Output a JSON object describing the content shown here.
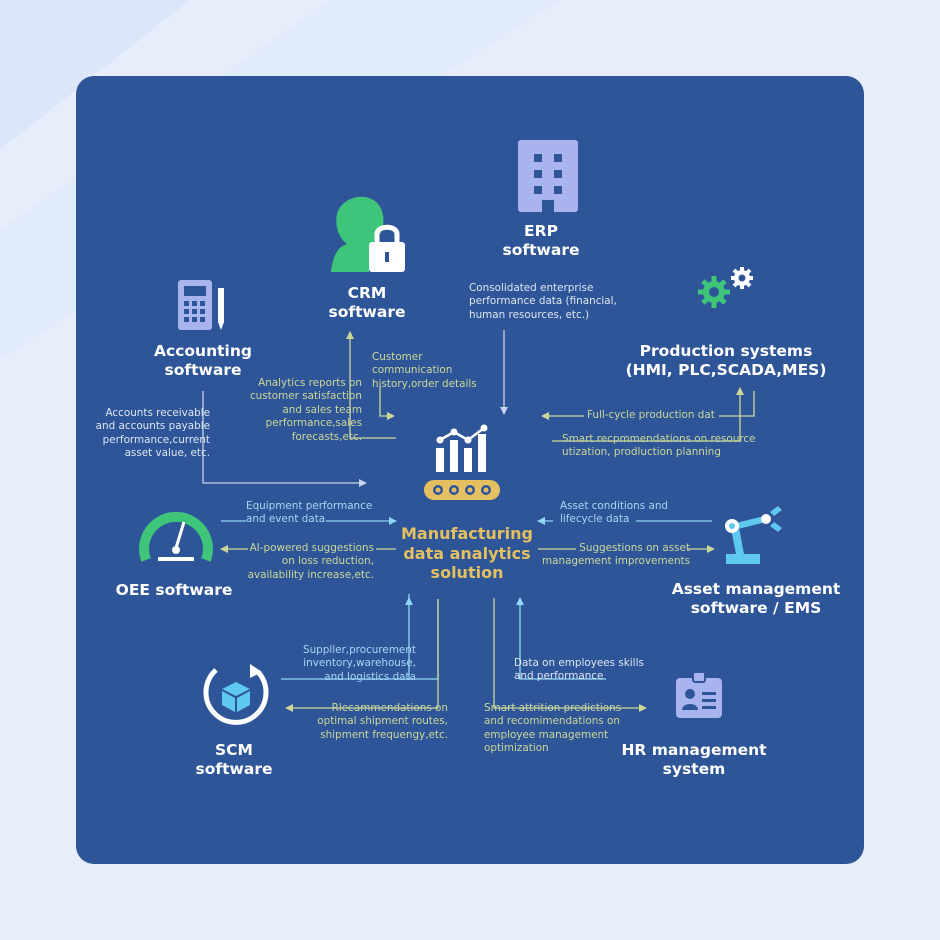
{
  "colors": {
    "background": "#e6eefb",
    "panel": "#2e5597",
    "icon_lavender": "#a9b3ee",
    "icon_green": "#3fc57a",
    "icon_blue": "#5fc8ef",
    "arrow_yellow": "#cdd79a",
    "arrow_blue": "#8fd8f5",
    "center_gold": "#e4c060"
  },
  "center": {
    "title_line1": "Manufacturing",
    "title_line2": "data analytics",
    "title_line3": "solution",
    "icon": "analytics-chart-conveyor-icon"
  },
  "erp": {
    "icon": "office-building-icon",
    "title_line1": "ERP",
    "title_line2": "software",
    "note_line1": "Consolidated enterprise",
    "note_line2": "performance data (financial,",
    "note_line3": "human resources, etc.)"
  },
  "crm": {
    "icon": "user-lock-icon",
    "title_line1": "CRM",
    "title_line2": "software",
    "note_in_line1": "Customer",
    "note_in_line2": "communication",
    "note_in_line3": "history,order details",
    "note_out_line1": "Analytics reports on",
    "note_out_line2": "customer satisfaction",
    "note_out_line3": "and sales team",
    "note_out_line4": "performance,sales",
    "note_out_line5": "forecasts,etc."
  },
  "accounting": {
    "icon": "calculator-pen-icon",
    "title_line1": "Accounting",
    "title_line2": "software",
    "note_line1": "Accounts receivable",
    "note_line2": "and accounts payable",
    "note_line3": "performance,current",
    "note_line4": "asset value, etc."
  },
  "production": {
    "icon": "gears-icon",
    "title_line1": "Production systems",
    "title_line2": "(HMI, PLC,SCADA,MES)",
    "note_in": "Full-cycle production dat",
    "note_out_line1": "Smart recpmmendations on resource",
    "note_out_line2": "utization, prodluction planning"
  },
  "oee": {
    "icon": "gauge-icon",
    "title": "OEE software",
    "note_in_line1": "Equipment performance",
    "note_in_line2": "and event data",
    "note_out_line1": "AI-powered suggestions",
    "note_out_line2": "on loss reduction,",
    "note_out_line3": "availability increase,etc."
  },
  "asset": {
    "icon": "robotic-arm-icon",
    "title_line1": "Asset management",
    "title_line2": "software / EMS",
    "note_in_line1": "Asset conditions and",
    "note_in_line2": "lifecycle data",
    "note_out_line1": "Suggestions on asset",
    "note_out_line2": "management improvements"
  },
  "scm": {
    "icon": "box-cycle-icon",
    "title_line1": "SCM",
    "title_line2": "software",
    "note_in_line1": "Suppller,procurement",
    "note_in_line2": "inventory,warehouse,",
    "note_in_line3": "and logistics data",
    "note_out_line1": "Rlecammendations on",
    "note_out_line2": "optimal shipment routes,",
    "note_out_line3": "shipment frequengy,etc."
  },
  "hr": {
    "icon": "id-badge-icon",
    "title_line1": "HR management",
    "title_line2": "system",
    "note_in_line1": "Data on employees skills",
    "note_in_line2": "and performance",
    "note_out_line1": "Smart attrition predictions",
    "note_out_line2": "and recomimendations on",
    "note_out_line3": "employee management",
    "note_out_line4": "optimization"
  }
}
